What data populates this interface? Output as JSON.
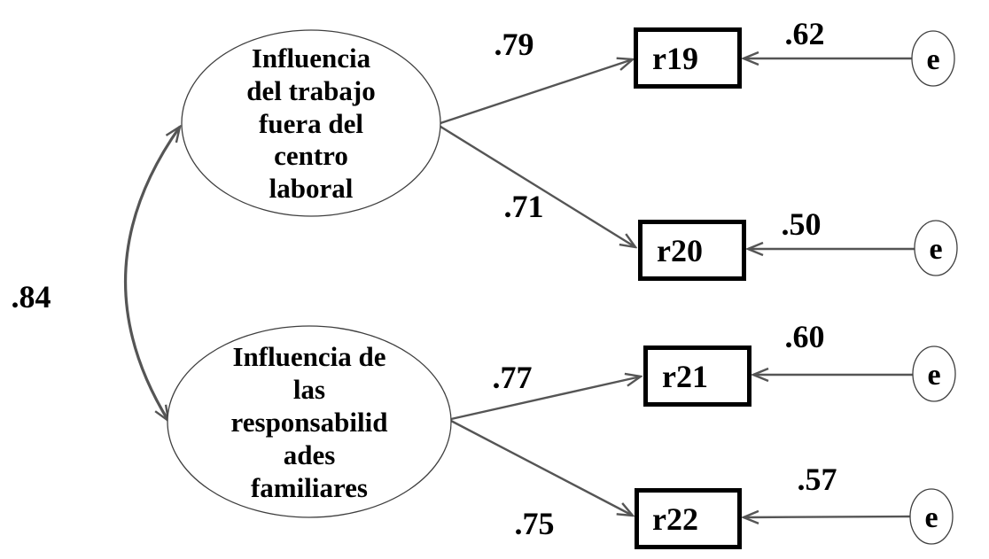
{
  "diagram": {
    "type": "sem-path-diagram",
    "latent_variables": [
      {
        "label": "Influencia del trabajo fuera del centro laboral",
        "lines": [
          "Influencia",
          "del trabajo",
          "fuera del",
          "centro",
          "laboral"
        ]
      },
      {
        "label": "Influencia de las responsabilidades familiares",
        "lines": [
          "Influencia de",
          "las",
          "responsabilid",
          "ades",
          "familiares"
        ]
      }
    ],
    "covariance": {
      "value": ".84",
      "between": [
        "Influencia del trabajo fuera del centro laboral",
        "Influencia de las responsabilidades familiares"
      ]
    },
    "loadings": [
      {
        "from": "Influencia del trabajo fuera del centro laboral",
        "to": "r19",
        "value": ".79"
      },
      {
        "from": "Influencia del trabajo fuera del centro laboral",
        "to": "r20",
        "value": ".71"
      },
      {
        "from": "Influencia de las responsabilidades familiares",
        "to": "r21",
        "value": ".77"
      },
      {
        "from": "Influencia de las responsabilidades familiares",
        "to": "r22",
        "value": ".75"
      }
    ],
    "indicators": [
      {
        "id": "r19",
        "error": {
          "label": "e",
          "value": ".62"
        }
      },
      {
        "id": "r20",
        "error": {
          "label": "e",
          "value": ".50"
        }
      },
      {
        "id": "r21",
        "error": {
          "label": "e",
          "value": ".60"
        }
      },
      {
        "id": "r22",
        "error": {
          "label": "e",
          "value": ".57"
        }
      }
    ],
    "colors": {
      "arrow": "#555555",
      "shape_outline": "#3f3f3f",
      "box_border": "#000000",
      "text": "#000000",
      "background": "#ffffff"
    }
  }
}
